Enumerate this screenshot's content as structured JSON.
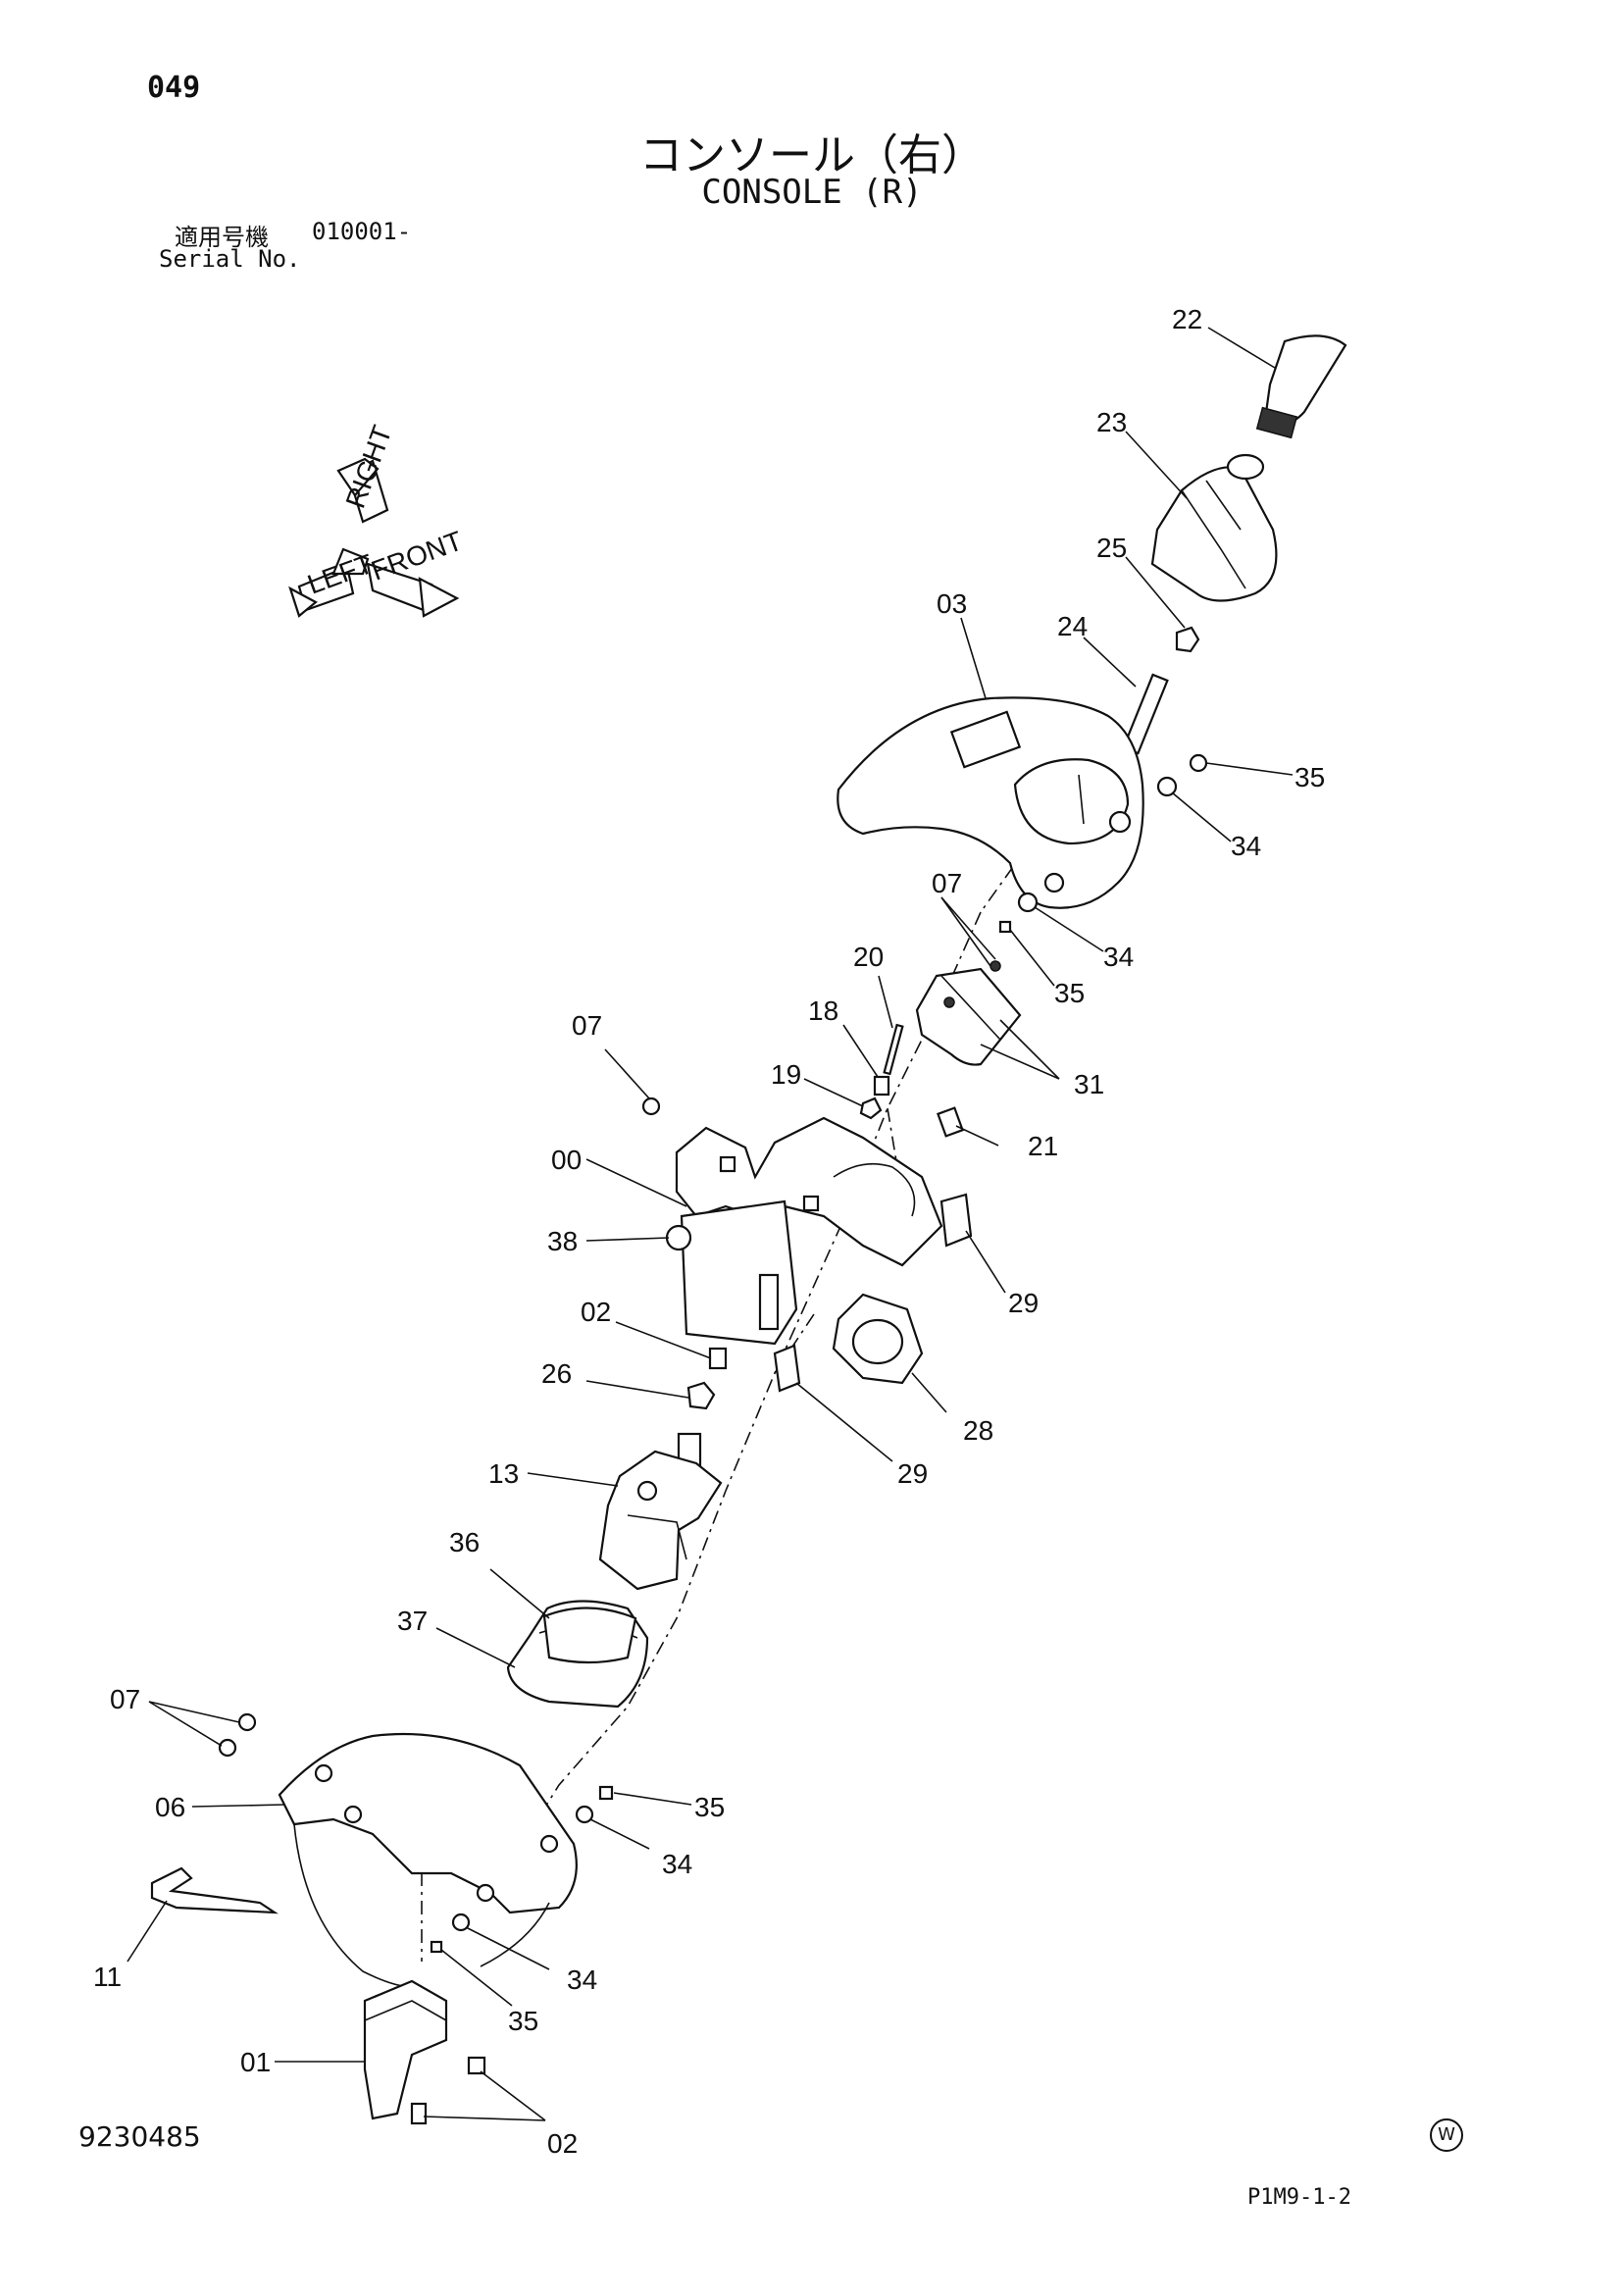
{
  "page_number": "049",
  "title_ja": "コンソール（右）",
  "title_en": "CONSOLE (R)",
  "serial_label_ja": "適用号機",
  "serial_label_en": "Serial No.",
  "serial_value": "010001-",
  "drawing_number": "9230485",
  "reference_code": "P1M9-1-2",
  "watermark": "W",
  "orientation_icon": {
    "words": [
      "FRONT",
      "RIGHT",
      "LEFT"
    ]
  },
  "callouts": {
    "c22": "22",
    "c23": "23",
    "c25": "25",
    "c24": "24",
    "c03": "03",
    "c35a": "35",
    "c34a": "34",
    "c07a": "07",
    "c34b": "34",
    "c35b": "35",
    "c20": "20",
    "c18": "18",
    "c31": "31",
    "c19": "19",
    "c21": "21",
    "c07b": "07",
    "c00": "00",
    "c38": "38",
    "c29a": "29",
    "c02a": "02",
    "c26": "26",
    "c28": "28",
    "c29b": "29",
    "c13": "13",
    "c36": "36",
    "c37": "37",
    "c07c": "07",
    "c06": "06",
    "c35c": "35",
    "c34c": "34",
    "c11": "11",
    "c34d": "34",
    "c35d": "35",
    "c01": "01",
    "c02b": "02"
  }
}
